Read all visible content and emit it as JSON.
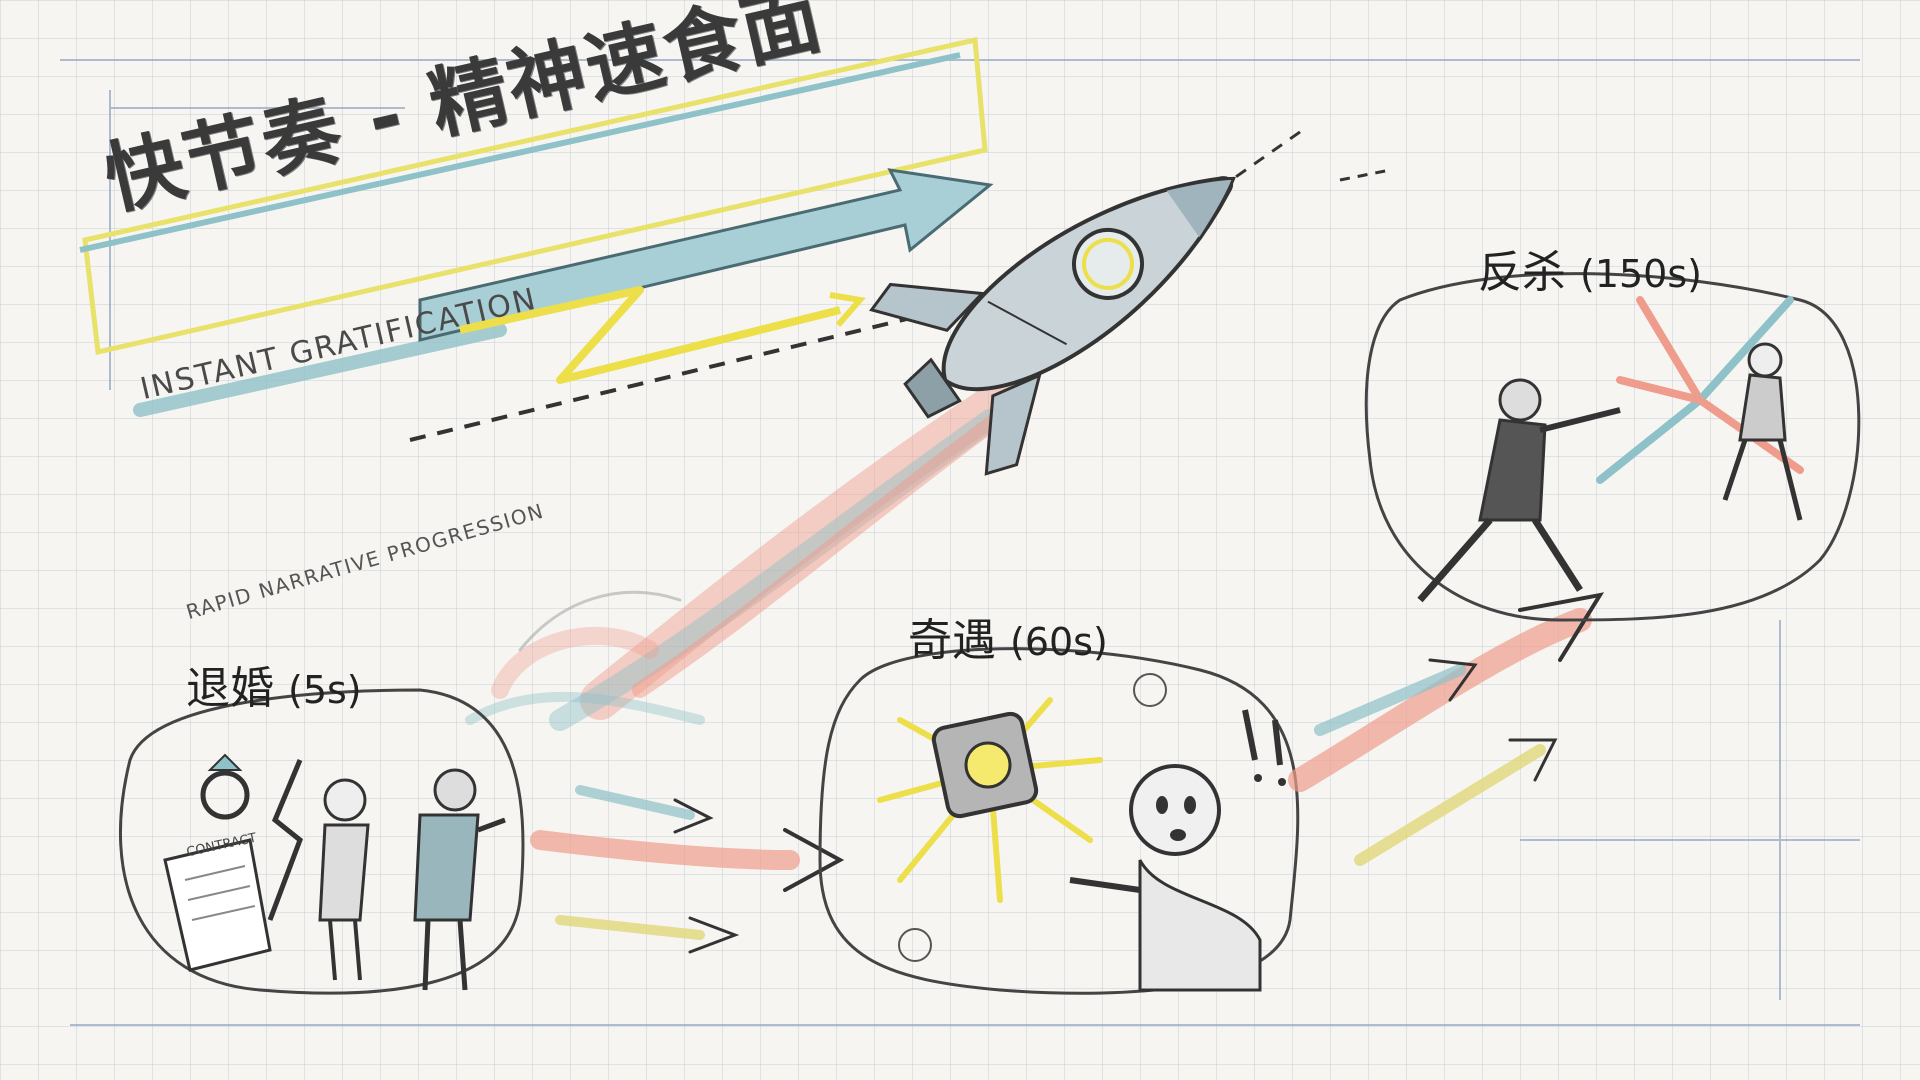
{
  "title": "快节奏 - 精神速食面",
  "subtitle_instant": "INSTANT GRATIFICATION",
  "subtitle_rapid": "RAPID NARRATIVE PROGRESSION",
  "stages": [
    {
      "name": "退婚",
      "time": "(5s)"
    },
    {
      "name": "奇遇",
      "time": "(60s)"
    },
    {
      "name": "反杀",
      "time": "(150s)"
    }
  ],
  "contract_label": "CONTRACT",
  "colors": {
    "teal": "#8fc1c8",
    "coral": "#ef9c8c",
    "yellow": "#f0e05a",
    "ink": "#333333",
    "grid": "#b4c2d3"
  }
}
